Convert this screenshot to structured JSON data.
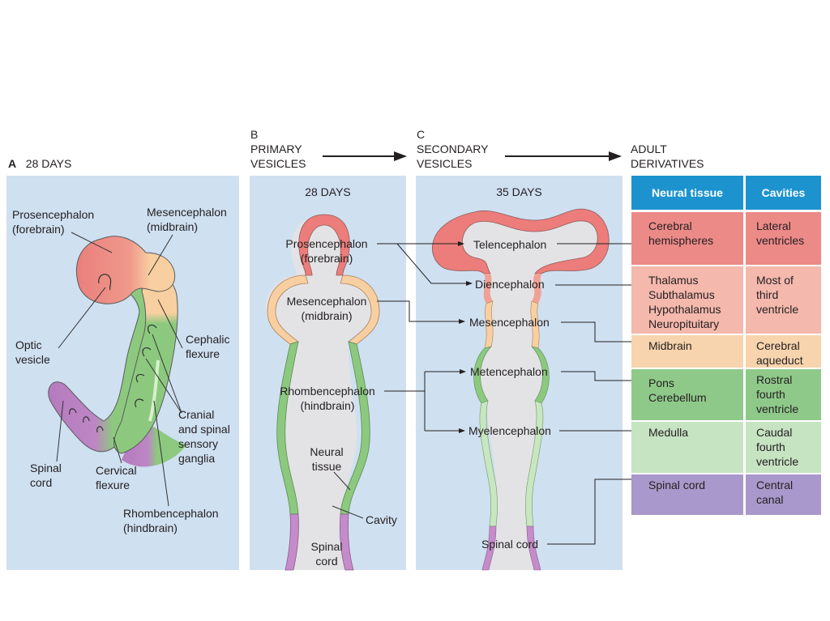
{
  "panel_a": {
    "letter": "A",
    "title": "28 DAYS",
    "labels": {
      "prosencephalon": [
        "Prosencephalon",
        "(forebrain)"
      ],
      "mesencephalon": [
        "Mesencephalon",
        "(midbrain)"
      ],
      "optic_vesicle": [
        "Optic",
        "vesicle"
      ],
      "cephalic_flexure": [
        "Cephalic",
        "flexure"
      ],
      "ganglia": [
        "Cranial",
        "and spinal",
        "sensory",
        "ganglia"
      ],
      "spinal_cord": [
        "Spinal",
        "cord"
      ],
      "cervical_flexure": [
        "Cervical",
        "flexure"
      ],
      "rhombencephalon": [
        "Rhombencephalon",
        "(hindbrain)"
      ]
    }
  },
  "panel_b": {
    "letter": "B",
    "title_lines": [
      "PRIMARY",
      "VESICLES"
    ],
    "days": "28 DAYS",
    "labels": {
      "prosencephalon": [
        "Prosencephalon",
        "(forebrain)"
      ],
      "mesencephalon": [
        "Mesencephalon",
        "(midbrain)"
      ],
      "rhombencephalon": [
        "Rhombencephalon",
        "(hindbrain)"
      ],
      "neural_tissue": [
        "Neural",
        "tissue"
      ],
      "cavity": "Cavity",
      "spinal_cord": [
        "Spinal",
        "cord"
      ]
    }
  },
  "panel_c": {
    "letter": "C",
    "title_lines": [
      "SECONDARY",
      "VESICLES"
    ],
    "days": "35 DAYS",
    "labels": {
      "telencephalon": "Telencephalon",
      "diencephalon": "Diencephalon",
      "mesencephalon": "Mesencephalon",
      "metencephalon": "Metencephalon",
      "myelencephalon": "Myelencephalon",
      "spinal_cord": "Spinal cord"
    }
  },
  "adult": {
    "title_lines": [
      "ADULT",
      "DERIVATIVES"
    ],
    "headers": [
      "Neural tissue",
      "Cavities"
    ],
    "rows": [
      {
        "tissue": [
          "Cerebral",
          "hemispheres"
        ],
        "cavity": [
          "Lateral",
          "ventricles"
        ],
        "color": "#ec8a87"
      },
      {
        "tissue": [
          "Thalamus",
          "Subthalamus",
          "Hypothalamus",
          "Neuropituitary"
        ],
        "cavity": [
          "Most of",
          "third",
          "ventricle"
        ],
        "color": "#f4b8ac"
      },
      {
        "tissue": [
          "Midbrain"
        ],
        "cavity": [
          "Cerebral",
          "aqueduct"
        ],
        "color": "#f7d4ad"
      },
      {
        "tissue": [
          "Pons",
          "Cerebellum"
        ],
        "cavity": [
          "Rostral",
          "fourth",
          "ventricle"
        ],
        "color": "#8fc98a"
      },
      {
        "tissue": [
          "Medulla"
        ],
        "cavity": [
          "Caudal",
          "fourth",
          "ventricle"
        ],
        "color": "#c6e3c2"
      },
      {
        "tissue": [
          "Spinal cord"
        ],
        "cavity": [
          "Central",
          "canal"
        ],
        "color": "#a898cb"
      }
    ]
  },
  "colors": {
    "panel_bg": "#cfe0f1",
    "header_blue": "#1c93cf",
    "forebrain": "#ec7d7a",
    "midbrain": "#f8cfa0",
    "hindbrain": "#8cc97e",
    "hindbrain_light": "#c8e6bf",
    "spinal": "#c58cc9",
    "cavity": "#e3e3e6"
  }
}
